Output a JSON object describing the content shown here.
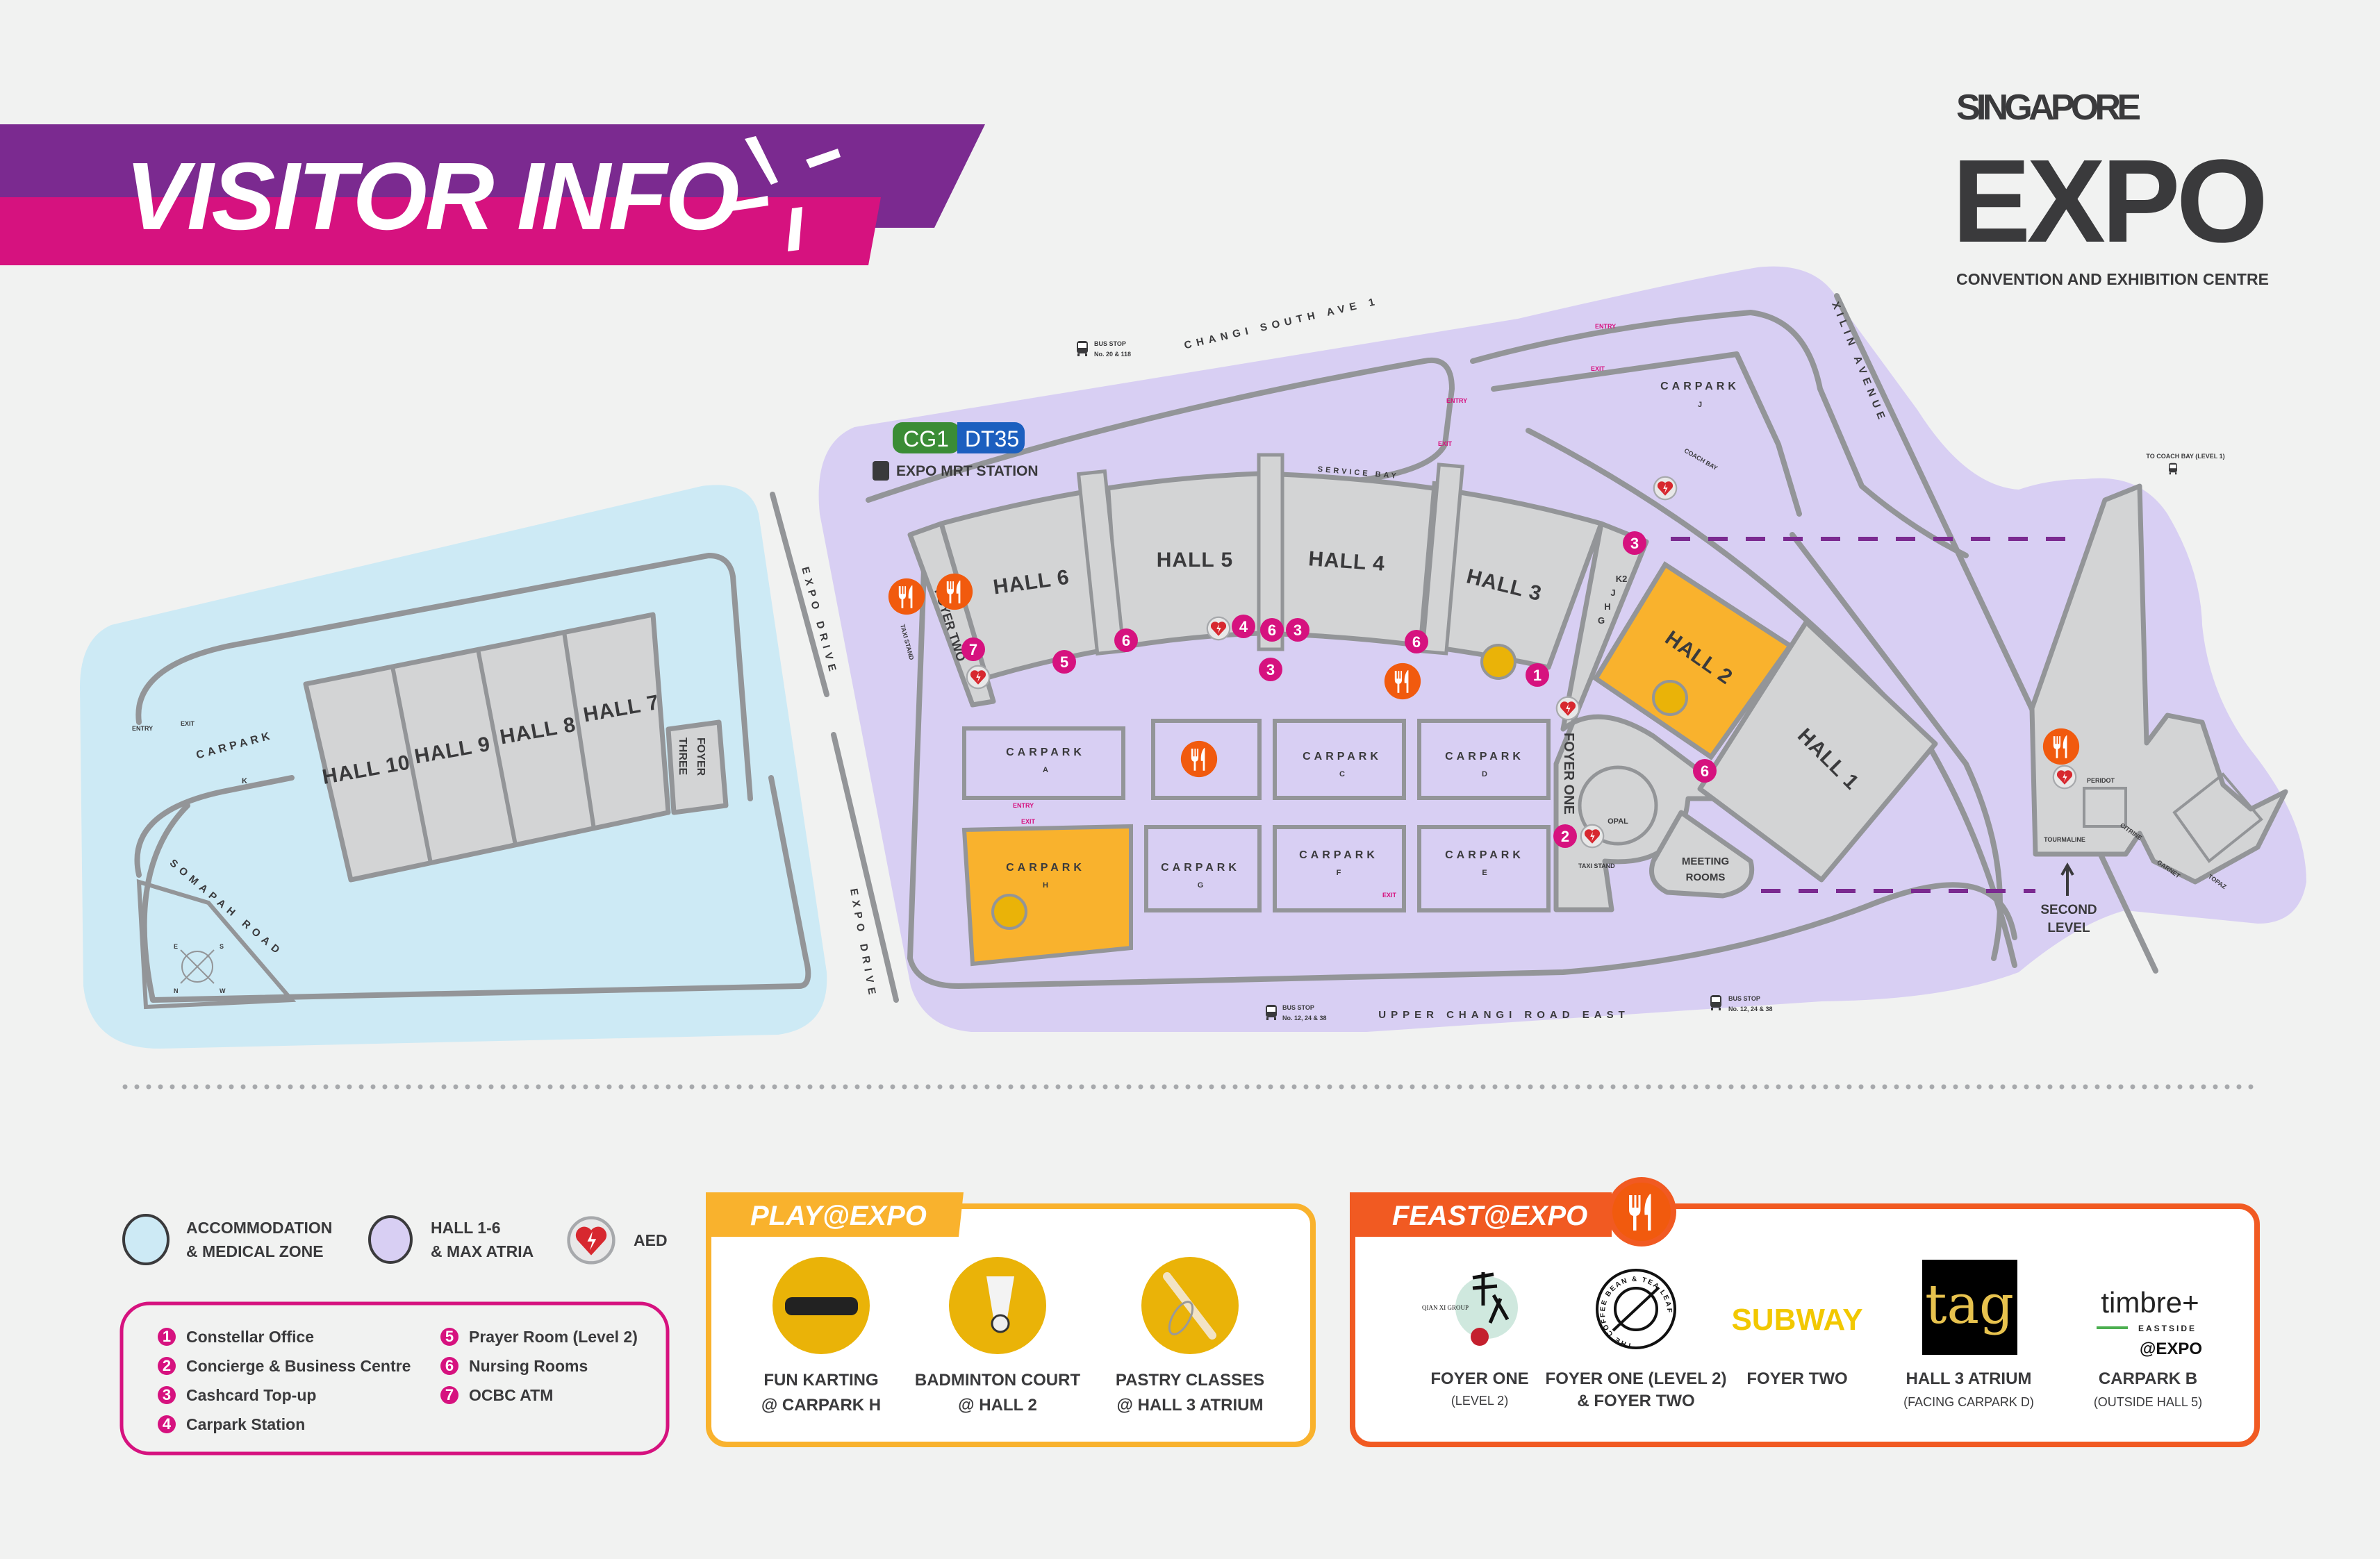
{
  "header": {
    "title": "VISITOR INFO"
  },
  "logo": {
    "line1": "SINGAPORE",
    "line2": "EXPO",
    "tagline": "CONVENTION AND EXHIBITION CENTRE"
  },
  "colors": {
    "purple": "#7b2a90",
    "magenta": "#d6127f",
    "hall_zone": "#d8cff3",
    "accommodation_zone": "#cdeaf5",
    "play": "#f9b22d",
    "feast": "#f15a22",
    "hall_gray": "#d3d4d5"
  },
  "map": {
    "halls": [
      "HALL 1",
      "HALL 2",
      "HALL 3",
      "HALL 4",
      "HALL 5",
      "HALL 6",
      "HALL 7",
      "HALL 8",
      "HALL 9",
      "HALL 10"
    ],
    "foyers": {
      "one": "FOYER ONE",
      "two": "FOYER TWO",
      "three_a": "FOYER",
      "three_b": "THREE"
    },
    "carparks": {
      "word": "CARPARK",
      "letters": [
        "A",
        "C",
        "D",
        "E",
        "F",
        "G",
        "H",
        "J",
        "K"
      ]
    },
    "roads": {
      "changi_south": "CHANGI SOUTH AVE 1",
      "expo_drive": "EXPO DRIVE",
      "upper_changi": "UPPER CHANGI ROAD EAST",
      "xilin": "XILIN AVENUE",
      "somapah": "SOMAPAH ROAD"
    },
    "mrt": {
      "code1": "CG1",
      "code2": "DT35",
      "name": "EXPO MRT STATION"
    },
    "bus_stops": {
      "label": "BUS STOP",
      "north": "No. 20 & 118",
      "south": "No. 12, 24 & 38"
    },
    "service_bay": "SERVICE BAY",
    "coach_bay": "COACH BAY",
    "to_coach_bay": "TO COACH BAY (LEVEL 1)",
    "taxi_stand": "TAXI STAND",
    "entry": "ENTRY",
    "exit": "EXIT",
    "opal": "OPAL",
    "meeting_rooms_a": "MEETING",
    "meeting_rooms_b": "ROOMS",
    "gates": [
      "K2",
      "J",
      "H",
      "G"
    ],
    "second_level_a": "SECOND",
    "second_level_b": "LEVEL",
    "rooms": [
      "PERIDOT",
      "TOURMALINE",
      "CITRINE",
      "GARNET",
      "TOPAZ"
    ],
    "compass": [
      "N",
      "E",
      "S",
      "W"
    ],
    "markers": [
      "7",
      "5",
      "6",
      "4",
      "6",
      "3",
      "3",
      "6",
      "1",
      "3",
      "2",
      "6"
    ]
  },
  "legend": {
    "accommodation_a": "ACCOMMODATION",
    "accommodation_b": "& MEDICAL ZONE",
    "halls_a": "HALL 1-6",
    "halls_b": "& MAX ATRIA",
    "aed": "AED",
    "facilities": [
      {
        "num": "1",
        "label": "Constellar Office"
      },
      {
        "num": "2",
        "label": "Concierge & Business Centre"
      },
      {
        "num": "3",
        "label": "Cashcard Top-up"
      },
      {
        "num": "4",
        "label": "Carpark Station"
      },
      {
        "num": "5",
        "label": "Prayer Room (Level 2)"
      },
      {
        "num": "6",
        "label": "Nursing Rooms"
      },
      {
        "num": "7",
        "label": "OCBC ATM"
      }
    ]
  },
  "play": {
    "title": "PLAY@EXPO",
    "items": [
      {
        "icon": "kart-icon",
        "line1": "FUN KARTING",
        "line2": "@ CARPARK H"
      },
      {
        "icon": "shuttlecock-icon",
        "line1": "BADMINTON COURT",
        "line2": "@ HALL 2"
      },
      {
        "icon": "whisk-rolling-pin-icon",
        "line1": "PASTRY CLASSES",
        "line2": "@ HALL 3 ATRIUM"
      }
    ]
  },
  "feast": {
    "title": "FEAST@EXPO",
    "items": [
      {
        "brand": "QIAN XI GROUP",
        "line1": "FOYER ONE",
        "line2": "(LEVEL 2)"
      },
      {
        "brand": "THE COFFEE BEAN & TEA LEAF",
        "line1": "FOYER ONE (LEVEL 2)",
        "line2": "& FOYER TWO"
      },
      {
        "brand": "SUBWAY",
        "line1": "FOYER TWO",
        "line2": ""
      },
      {
        "brand": "tag",
        "line1": "HALL 3 ATRIUM",
        "line2": "(FACING CARPARK D)"
      },
      {
        "brand": "timbre+",
        "brand_sub": "EASTSIDE",
        "brand_sub2": "@EXPO",
        "line1": "CARPARK B",
        "line2": "(OUTSIDE HALL 5)"
      }
    ]
  }
}
